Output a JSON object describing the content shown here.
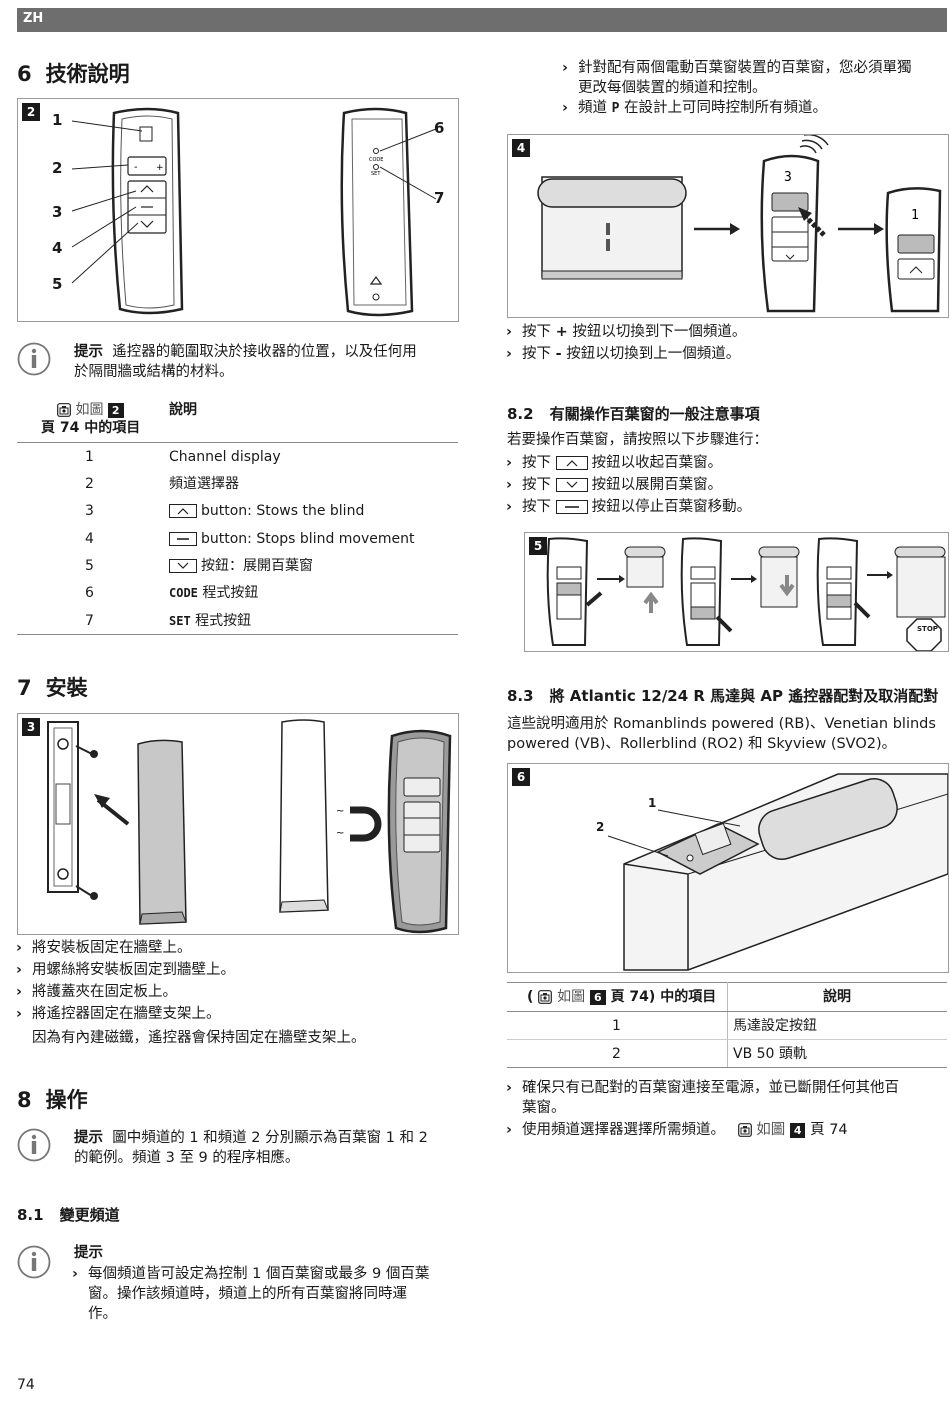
{
  "header": {
    "lang": "ZH"
  },
  "sec6": {
    "num": "6",
    "title": "技術說明",
    "fig_num": "2",
    "callouts": [
      "1",
      "2",
      "3",
      "4",
      "5",
      "6",
      "7"
    ],
    "remote_back_labels": [
      "CODE",
      "SET"
    ],
    "tip_label": "提示",
    "tip_line1": "遙控器的範圍取決於接收器的位置，以及任何用",
    "tip_line2": "於隔間牆或結構的材料。"
  },
  "table1": {
    "col1_ref_pre": "如圖",
    "col1_ref_num": "2",
    "col1_line2": "頁 74 中的項目",
    "col2_head": "說明",
    "rows": [
      {
        "num": "1",
        "desc": "Channel display"
      },
      {
        "num": "2",
        "desc": "頻道選擇器"
      },
      {
        "num": "3",
        "desc": "button: Stows the blind"
      },
      {
        "num": "4",
        "desc": "button: Stops blind movement"
      },
      {
        "num": "5",
        "desc": "按鈕：展開百葉窗"
      },
      {
        "num": "6",
        "code": "CODE",
        "desc": " 程式按鈕"
      },
      {
        "num": "7",
        "code": "SET",
        "desc": " 程式按鈕"
      }
    ]
  },
  "sec7": {
    "num": "7",
    "title": "安裝",
    "fig_num": "3",
    "bullets": [
      "將安裝板固定在牆壁上。",
      "用螺絲將安裝板固定到牆壁上。",
      "將護蓋夾在固定板上。",
      "將遙控器固定在牆壁支架上。"
    ],
    "note": "因為有內建磁鐵，遙控器會保持固定在牆壁支架上。"
  },
  "sec8": {
    "num": "8",
    "title": "操作",
    "tip_label": "提示",
    "tip_line1": "圖中頻道的 1 和頻道 2 分別顯示為百葉窗 1 和 2",
    "tip_line2": "的範例。頻道 3 至 9 的程序相應。"
  },
  "sec81": {
    "num": "8.1",
    "title": "變更頻道",
    "tip_label": "提示",
    "tip_lines": [
      "每個頻道皆可設定為控制 1 個百葉窗或最多 9 個百葉",
      "窗。操作該頻道時，頻道上的所有百葉窗將同時運",
      "作。"
    ]
  },
  "right_top": {
    "b1_line1": "針對配有兩個電動百葉窗裝置的百葉窗，您必須單獨",
    "b1_line2": "更改每個裝置的頻道和控制。",
    "b2_pre": "頻道 ",
    "b2_code": "P",
    "b2_post": " 在設計上可同時控制所有頻道。",
    "fig_num": "4",
    "display_3": "3",
    "display_1": "1",
    "after_b1_pre": "按下 ",
    "after_b1_sym": "+",
    "after_b1_post": " 按鈕以切換到下一個頻道。",
    "after_b2_pre": "按下 ",
    "after_b2_sym": "-",
    "after_b2_post": " 按鈕以切換到上一個頻道。"
  },
  "sec82": {
    "num": "8.2",
    "title": "有關操作百葉窗的一般注意事項",
    "intro": "若要操作百葉窗，請按照以下步驟進行：",
    "bullets": [
      {
        "pre": "按下 ",
        "post": "按鈕以收起百葉窗。",
        "icon": "up"
      },
      {
        "pre": "按下 ",
        "post": "按鈕以展開百葉窗。",
        "icon": "down"
      },
      {
        "pre": "按下 ",
        "post": "按鈕以停止百葉窗移動。",
        "icon": "stop"
      }
    ],
    "fig_num": "5",
    "stop_label": "STOP"
  },
  "sec83": {
    "num": "8.3",
    "title": "將 Atlantic 12/24 R 馬達與 AP 遙控器配對及取消配對",
    "intro1": "這些說明適用於 Romanblinds powered (RB)、Venetian blinds",
    "intro2": "powered (VB)、Rollerblind (RO2) 和 Skyview (SVO2)。",
    "fig_num": "6",
    "callouts": [
      "1",
      "2"
    ]
  },
  "table2": {
    "col1_pre": "(",
    "col1_ref": "如圖",
    "col1_num": "6",
    "col1_post": "頁 74) 中的項目",
    "col2_head": "說明",
    "rows": [
      {
        "num": "1",
        "desc": "馬達設定按鈕"
      },
      {
        "num": "2",
        "desc": "VB 50 頭軌"
      }
    ]
  },
  "right_bottom": {
    "b1_line1": "確保只有已配對的百葉窗連接至電源，並已斷開任何其他百",
    "b1_line2": "葉窗。",
    "b2_pre": "使用頻道選擇器選擇所需頻道。",
    "b2_ref": "如圖",
    "b2_num": "4",
    "b2_post": "頁 74"
  },
  "footer": {
    "page": "74"
  },
  "colors": {
    "bar": "#6e6e6e",
    "ink": "#1a1a1a",
    "rule": "#8a8a8a"
  }
}
